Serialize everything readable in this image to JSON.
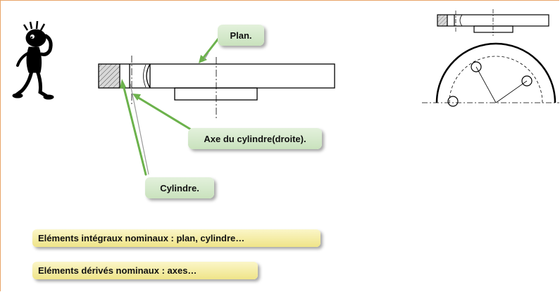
{
  "callouts": {
    "plan": "Plan.",
    "axe": "Axe du cylindre(droite).",
    "cylindre": "Cylindre."
  },
  "notes": {
    "integraux": "Eléments intégraux nominaux : plan, cylindre…",
    "derives": "Eléments dérivés nominaux : axes…"
  },
  "colors": {
    "arrow": "#6cb24c",
    "callout_bg": "#d6ebcc",
    "note_bg": "#f6efaa",
    "frame": "#e8a468"
  },
  "icons": {
    "figure": "thinking-character-icon"
  }
}
